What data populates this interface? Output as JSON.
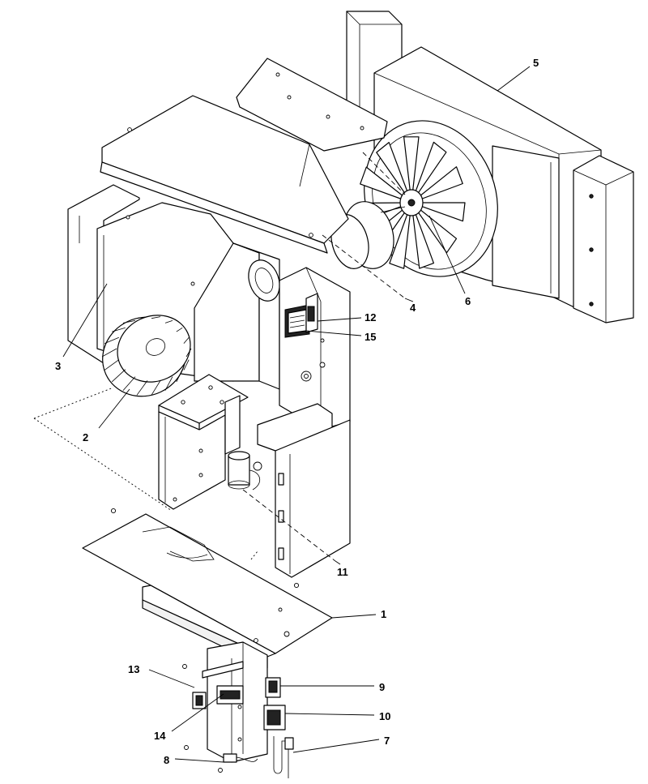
{
  "callouts": {
    "c1": "1",
    "c2": "2",
    "c3": "3",
    "c4": "4",
    "c5": "5",
    "c6": "6",
    "c7": "7",
    "c8": "8",
    "c9": "9",
    "c10": "10",
    "c11": "11",
    "c12": "12",
    "c13": "13",
    "c14": "14",
    "c15": "15"
  },
  "colors": {
    "line": "#000000",
    "fill": "#ffffff",
    "dark": "#222222"
  }
}
